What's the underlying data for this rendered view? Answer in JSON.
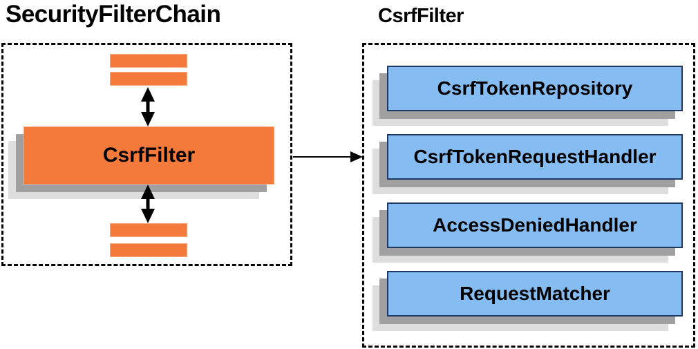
{
  "diagram": {
    "left": {
      "title": "SecurityFilterChain",
      "main_box_label": "CsrfFilter"
    },
    "right": {
      "title": "CsrfFilter",
      "components": [
        "CsrfTokenRepository",
        "CsrfTokenRequestHandler",
        "AccessDeniedHandler",
        "RequestMatcher"
      ]
    },
    "colors": {
      "orange_fill": "#F47A3B",
      "orange_border": "#F8A87D",
      "blue_fill": "#85BCF1",
      "blue_border": "#1F3864",
      "shadow_dark": "#A0A0A0",
      "shadow_light": "#DEDEDE",
      "arrow": "#000000"
    }
  }
}
